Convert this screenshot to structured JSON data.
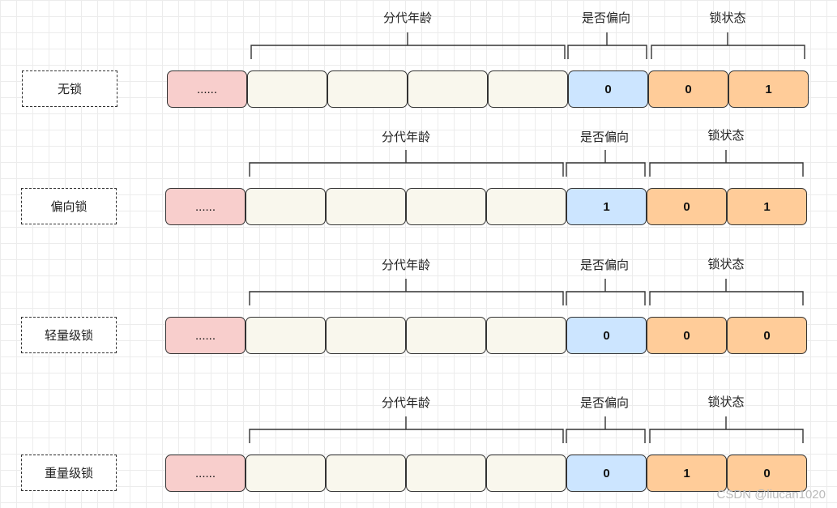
{
  "group_labels": {
    "age": "分代年龄",
    "biased": "是否偏向",
    "lock": "锁状态"
  },
  "dots_text": "......",
  "rows": [
    {
      "name": "无锁",
      "biased_bit": "0",
      "lock_bits": [
        "0",
        "1"
      ]
    },
    {
      "name": "偏向锁",
      "biased_bit": "1",
      "lock_bits": [
        "0",
        "1"
      ]
    },
    {
      "name": "轻量级锁",
      "biased_bit": "0",
      "lock_bits": [
        "0",
        "0"
      ]
    },
    {
      "name": "重量级锁",
      "biased_bit": "0",
      "lock_bits": [
        "1",
        "0"
      ]
    }
  ],
  "colors": {
    "dots": "#f8cecc",
    "age": "#f9f7ed",
    "biased": "#cce5ff",
    "lock": "#ffcc99"
  },
  "watermark": "CSDN @liucan1020"
}
